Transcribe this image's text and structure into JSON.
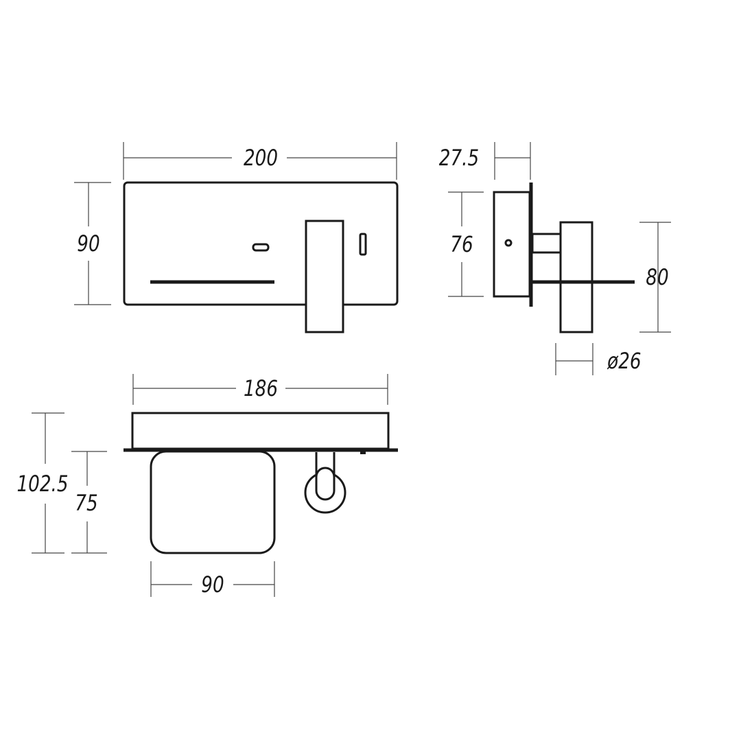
{
  "dimensions": {
    "front_width": "200",
    "front_height": "90",
    "side_depth": "27.5",
    "side_plate_height": "76",
    "side_arm_height": "80",
    "diameter": "ø26",
    "top_width": "186",
    "top_depth_total": "102.5",
    "top_depth": "75",
    "shade_width": "90"
  }
}
